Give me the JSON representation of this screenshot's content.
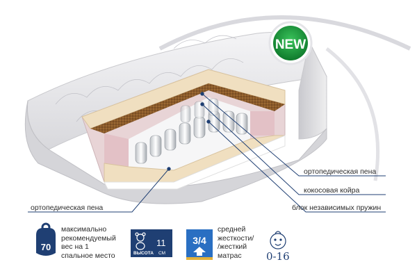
{
  "badge": {
    "label": "NEW",
    "color": "#1f9a3a"
  },
  "layers": {
    "top_foam": "ортопедическая пена",
    "coir": "кокосовая койра",
    "springs": "блок независимых пружин",
    "bottom_foam": "ортопедическая пена"
  },
  "features": {
    "weight": {
      "value": "70",
      "text": "максимально рекомендуемый вес на 1 спальное место",
      "lines": [
        "максимально",
        "рекомендуемый",
        "вес на 1",
        "спальное место"
      ],
      "icon": "weight-icon"
    },
    "height": {
      "value": "11",
      "unit": "СМ",
      "label": "ВЫСОТА",
      "icon": "teddy-bear-icon"
    },
    "firmness": {
      "fraction": "3/4",
      "text": "средней жесткости/ /жесткий матрас",
      "lines": [
        "средней",
        "жесткости/",
        "/жесткий",
        "матрас"
      ],
      "icon": "firmness-arrow-icon"
    },
    "age": {
      "range": "0-16",
      "icon": "child-face-icon"
    }
  },
  "colors": {
    "navy": "#1f3f73",
    "accent_blue": "#2a6fc2",
    "pink_foam": "#e9cfd2",
    "coir": "#8a5a2a",
    "cream_foam": "#f0dfc0"
  }
}
